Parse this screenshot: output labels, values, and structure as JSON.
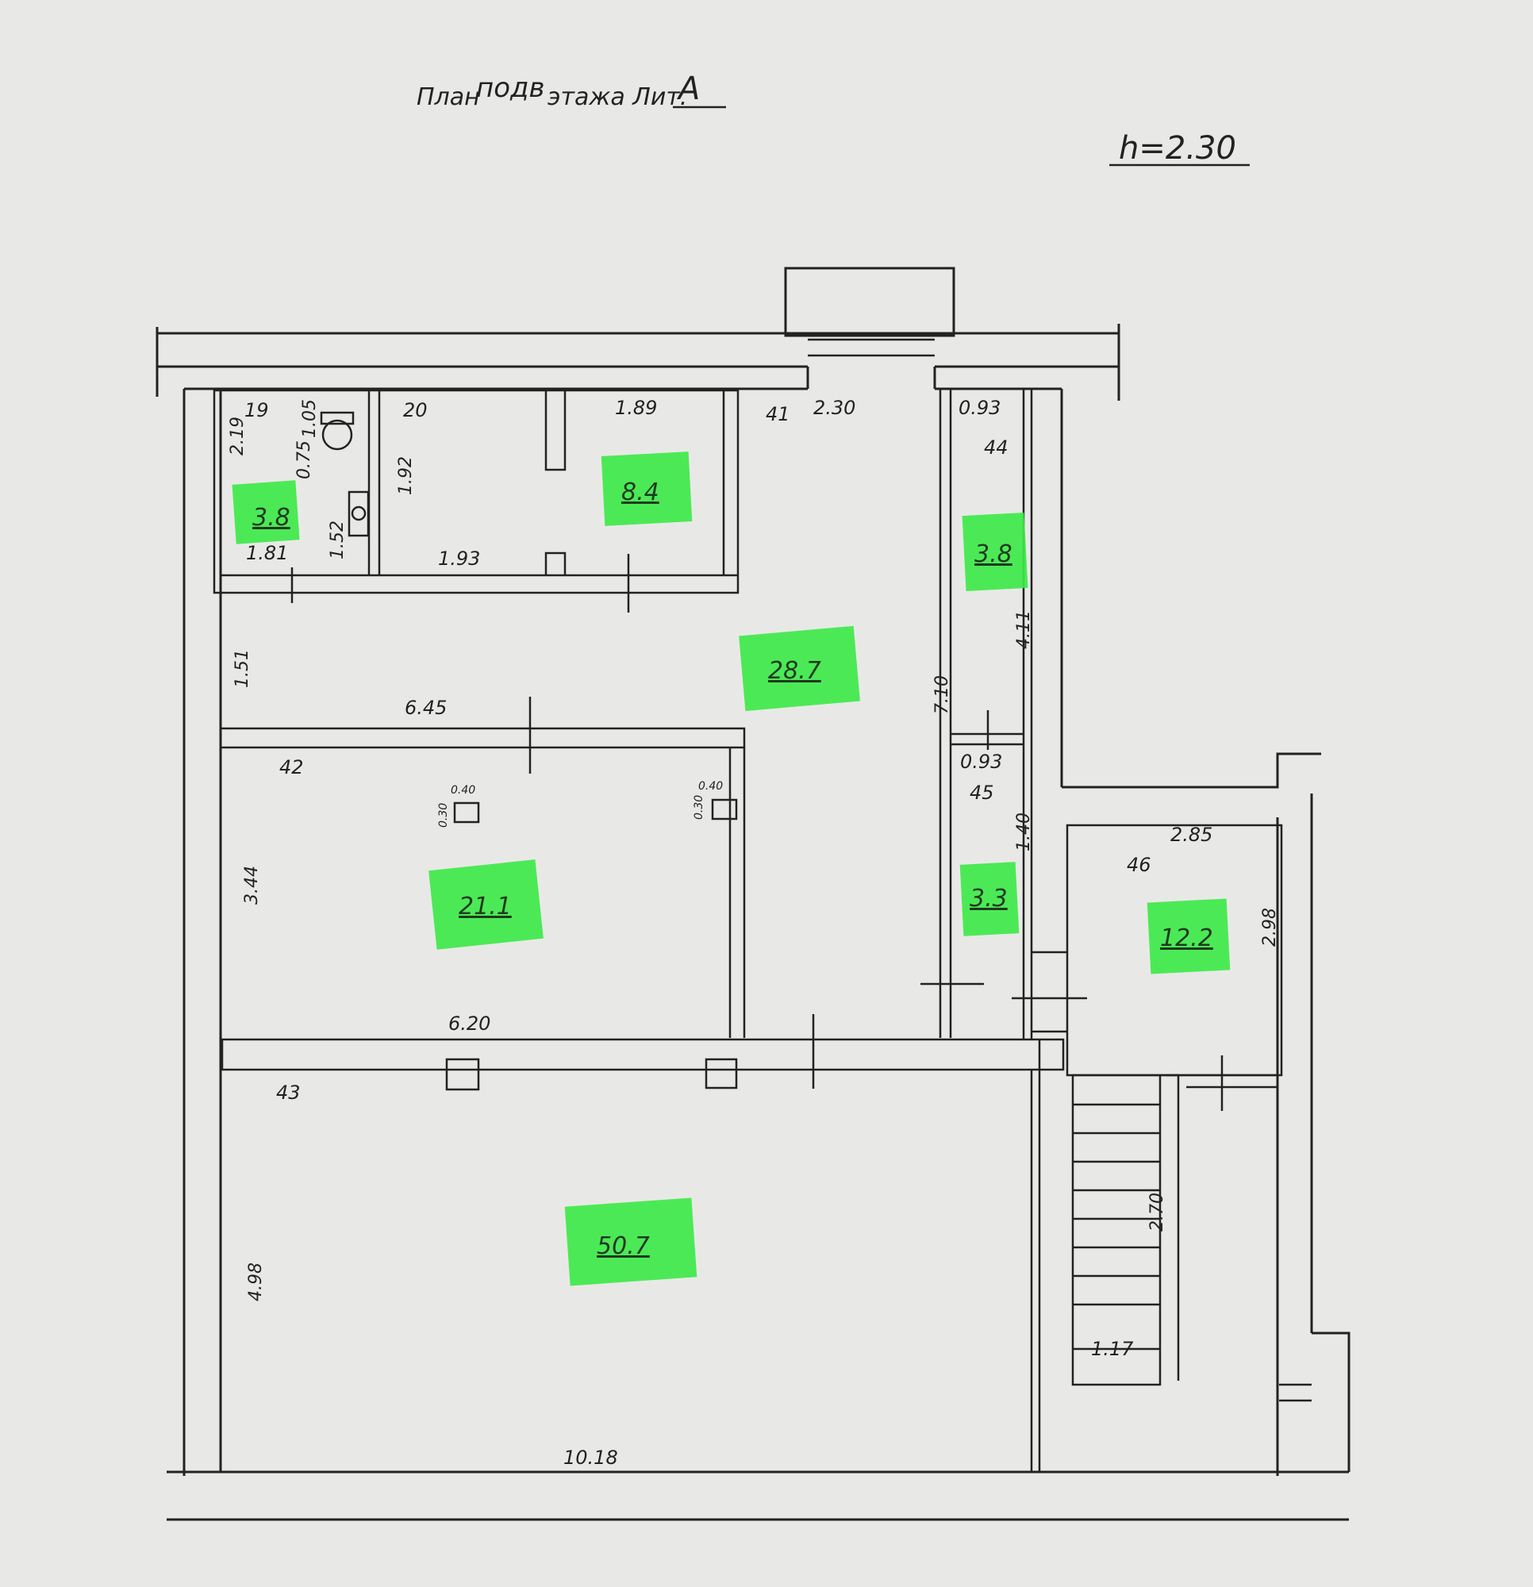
{
  "header": {
    "plan_prefix": "План",
    "plan_floor": "подв",
    "plan_suffix": "этажа Лит.",
    "lit": "А"
  },
  "height_label": "h=2.30",
  "rooms": [
    {
      "number": "19",
      "area": "3.8"
    },
    {
      "number": "20",
      "area": "8.4"
    },
    {
      "number": "41",
      "area": "28.7"
    },
    {
      "number": "42",
      "area": "21.1"
    },
    {
      "number": "43",
      "area": "50.7"
    },
    {
      "number": "44",
      "area": "3.8"
    },
    {
      "number": "45",
      "area": "3.3"
    },
    {
      "number": "46",
      "area": "12.2"
    }
  ],
  "dimensions": {
    "d_2_19": "2.19",
    "d_1_81": "1.81",
    "d_1_05": "1.05",
    "d_0_75": "0.75",
    "d_1_52": "1.52",
    "d_1_92": "1.92",
    "d_1_93": "1.93",
    "d_1_89": "1.89",
    "d_2_30": "2.30",
    "d_0_93_top": "0.93",
    "d_1_51": "1.51",
    "d_6_45": "6.45",
    "d_4_11": "4.11",
    "d_7_10": "7.10",
    "d_0_93_mid": "0.93",
    "d_1_40": "1.40",
    "d_2_85": "2.85",
    "d_2_98": "2.98",
    "d_0_40a": "0.40",
    "d_0_30a": "0.30",
    "d_0_40b": "0.40",
    "d_0_30b": "0.30",
    "d_3_44": "3.44",
    "d_6_20": "6.20",
    "d_4_98": "4.98",
    "d_10_18": "10.18",
    "d_2_70": "2.70",
    "d_1_17": "1.17"
  },
  "colors": {
    "paper": "#e8e9e6",
    "ink": "#222222",
    "highlight": "#3ee84a"
  }
}
